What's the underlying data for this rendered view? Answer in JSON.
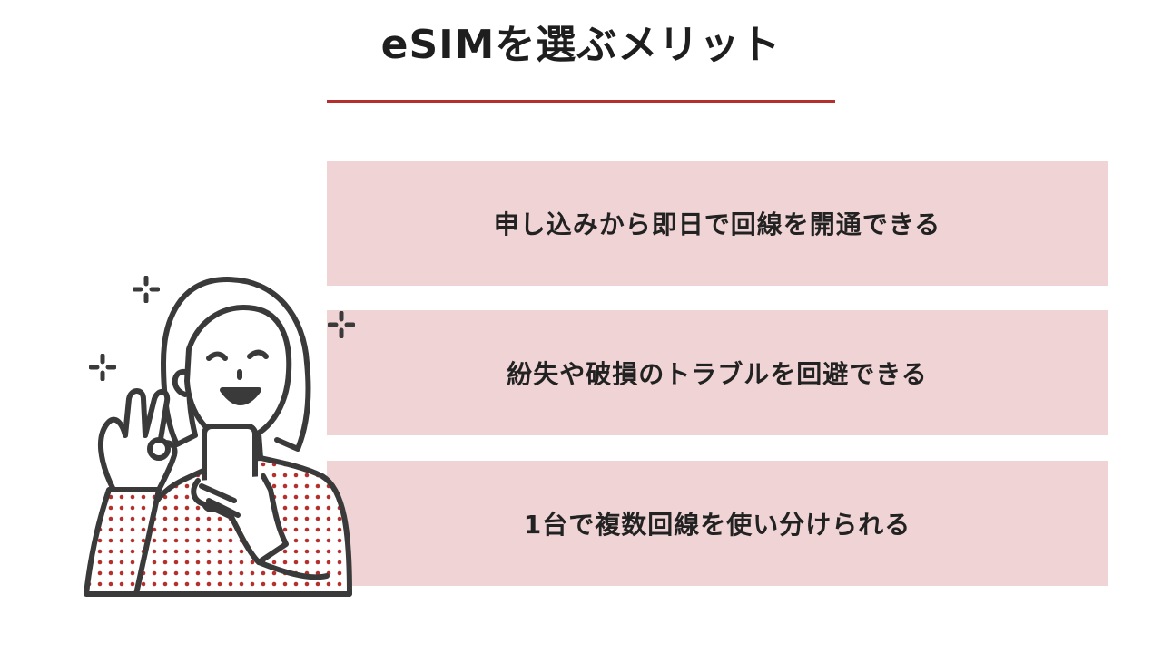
{
  "slide": {
    "title": "eSIMを選ぶメリット",
    "accent_color": "#b5302d",
    "card_color": "#f0d3d4"
  },
  "benefits": [
    {
      "text": "申し込みから即日で回線を開通できる"
    },
    {
      "text": "紛失や破損のトラブルを回避できる"
    },
    {
      "text": "1台で複数回線を使い分けられる"
    }
  ],
  "illustration": {
    "subject": "woman-holding-smartphone-ok-gesture",
    "icons": [
      "sparkle-icon",
      "sparkle-icon",
      "sparkle-icon"
    ]
  }
}
